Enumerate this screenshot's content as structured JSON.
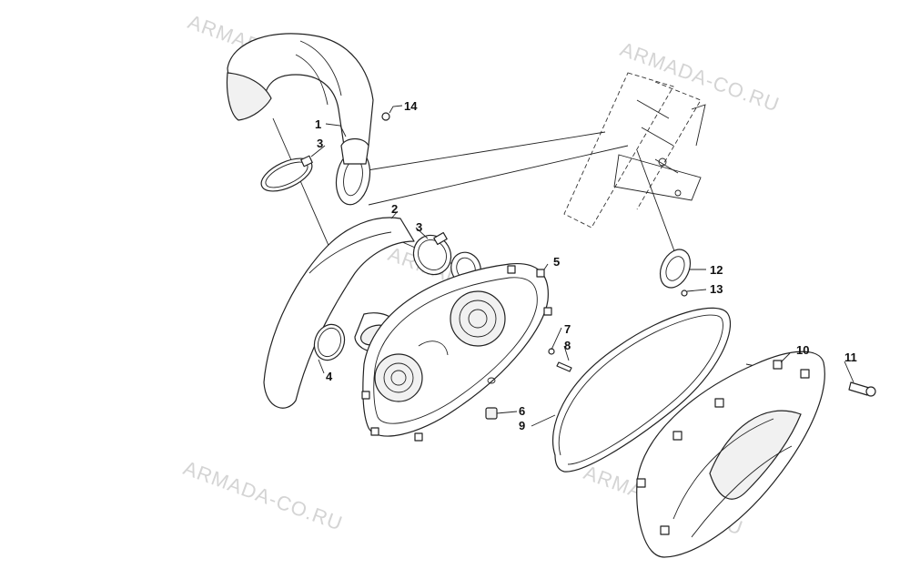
{
  "watermark_text": "ARMADA-CO.RU",
  "callouts": {
    "c1": "1",
    "c2": "2",
    "c3a": "3",
    "c3b": "3",
    "c4": "4",
    "c5": "5",
    "c6": "6",
    "c7": "7",
    "c8": "8",
    "c9": "9",
    "c10": "10",
    "c11": "11",
    "c12": "12",
    "c13": "13",
    "c14": "14"
  }
}
